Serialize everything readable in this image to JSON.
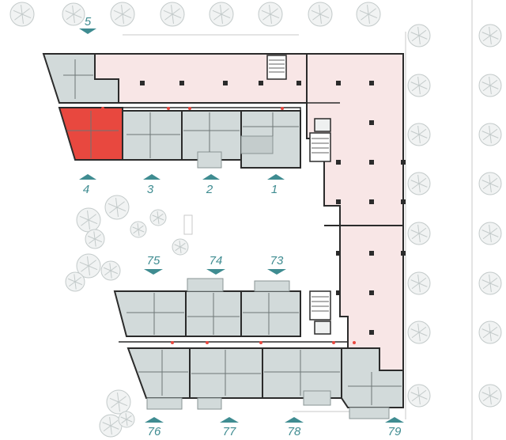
{
  "colors": {
    "apartment": "#d2dada",
    "commercial": "#f8e6e6",
    "highlight": "#e8483f",
    "wall": "#2b2b2b",
    "label": "#3f8c91",
    "tree": "#cfd5d5"
  },
  "markers": {
    "m5": "5",
    "m4": "4",
    "m3": "3",
    "m2": "2",
    "m1": "1",
    "m75": "75",
    "m74": "74",
    "m73": "73",
    "m76": "76",
    "m77": "77",
    "m78": "78",
    "m79": "79"
  },
  "selected_unit": "4"
}
